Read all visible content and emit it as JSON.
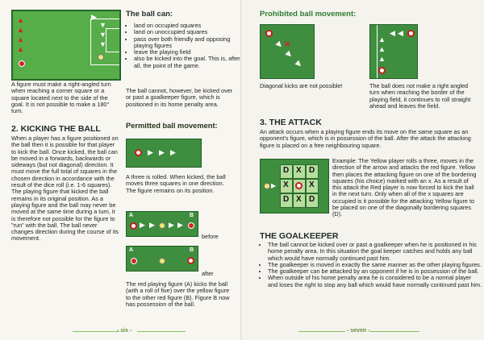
{
  "left_page": {
    "intro_text": "A figure must make a right-angled turn when reaching a corner square or a square located next to the side of the goal. It is not possible to make a 180° turn.",
    "section_kicking_heading": "2. KICKING THE BALL",
    "kicking_text": "When a player has a figure positioned on the ball then it is possible for that player to kick the ball. Once kicked, the ball can be moved in a forwards, backwards or sideways (but not diagonal) direction. It must move the full total of squares in the chosen direction in accordance with the result of the dice roll (i.e. 1-6 squares). The playing figure that kicked the ball remains in its original position. As a playing figure and the ball may never be moved at the same time during a turn, it is therefore not possible for the figure to \"run\" with the ball. The ball never changes direction during the course of its movement.",
    "ball_can_heading": "The ball can:",
    "ball_can_items": [
      "land on occupied squares",
      "land on unoccupied squares",
      "pass over both friendly and opposing playing figures",
      "leave the playing field",
      "also be kicked into the goal. This is, after all, the point of the game."
    ],
    "ball_cannot_text": "The ball cannot, however, be kicked over or past a goalkeeper figure, which is positioned in its home penalty area.",
    "permitted_heading": "Permitted ball movement:",
    "three_rolled_text": "A three is rolled. When kicked, the ball moves three squares in one direction. The figure remains on its position.",
    "label_a": "A",
    "label_b": "B",
    "before_label": "before",
    "after_label": "after",
    "red_figure_text": "The red playing figure (A) kicks the ball (with a roll of five) over the yellow figure to the other red figure (B). Figure B now has possession of the ball.",
    "page_number": "- six -"
  },
  "right_page": {
    "prohibited_heading": "Prohibited ball movement:",
    "diagonal_text": "Diagonal kicks are not possible!",
    "border_text": "The ball does not make a right angled turn when reaching the border of the playing field, it continues to roll straight ahead and leaves the field.",
    "attack_heading": "3. THE ATTACK",
    "attack_text": "An attack occurs when a playing figure ends its move on the same square as an opponent's figure, which is in possession of the ball. After the attack the attacking figure is placed on a free neighbouring square.",
    "example_text": "Example: The Yellow player rolls a three, moves in the direction of the arrow and attacks the red figure. Yellow then places the attacking figure on one of the bordering squares (his choice) marked with an x. As a result of this attack the Red player is now forced to kick the ball in the next turn. Only when all of the x squares are occupied is it possible for the attacking Yellow figure to be placed on one of the diagonally bordering squares (D).",
    "grid_letters": [
      "D",
      "X",
      "D",
      "X",
      "",
      "X",
      "D",
      "X",
      "D"
    ],
    "goalkeeper_heading": "THE GOALKEEPER",
    "goalkeeper_items": [
      "The ball cannot be kicked over or past a goalkeeper when he is positioned in his home penalty area. In this situation the goal keeper catches and holds any ball which would have normally continued past him.",
      "The goalkeeper is moved in exactly the same manner as the other playing figures.",
      "The goalkeeper can be attacked by an opponent if he is in possession of the ball.",
      "When outside of his home penalty area he is considered to be a normal player and loses the right to stop any ball which would have normally continued past him."
    ],
    "page_number": "- seven -"
  }
}
